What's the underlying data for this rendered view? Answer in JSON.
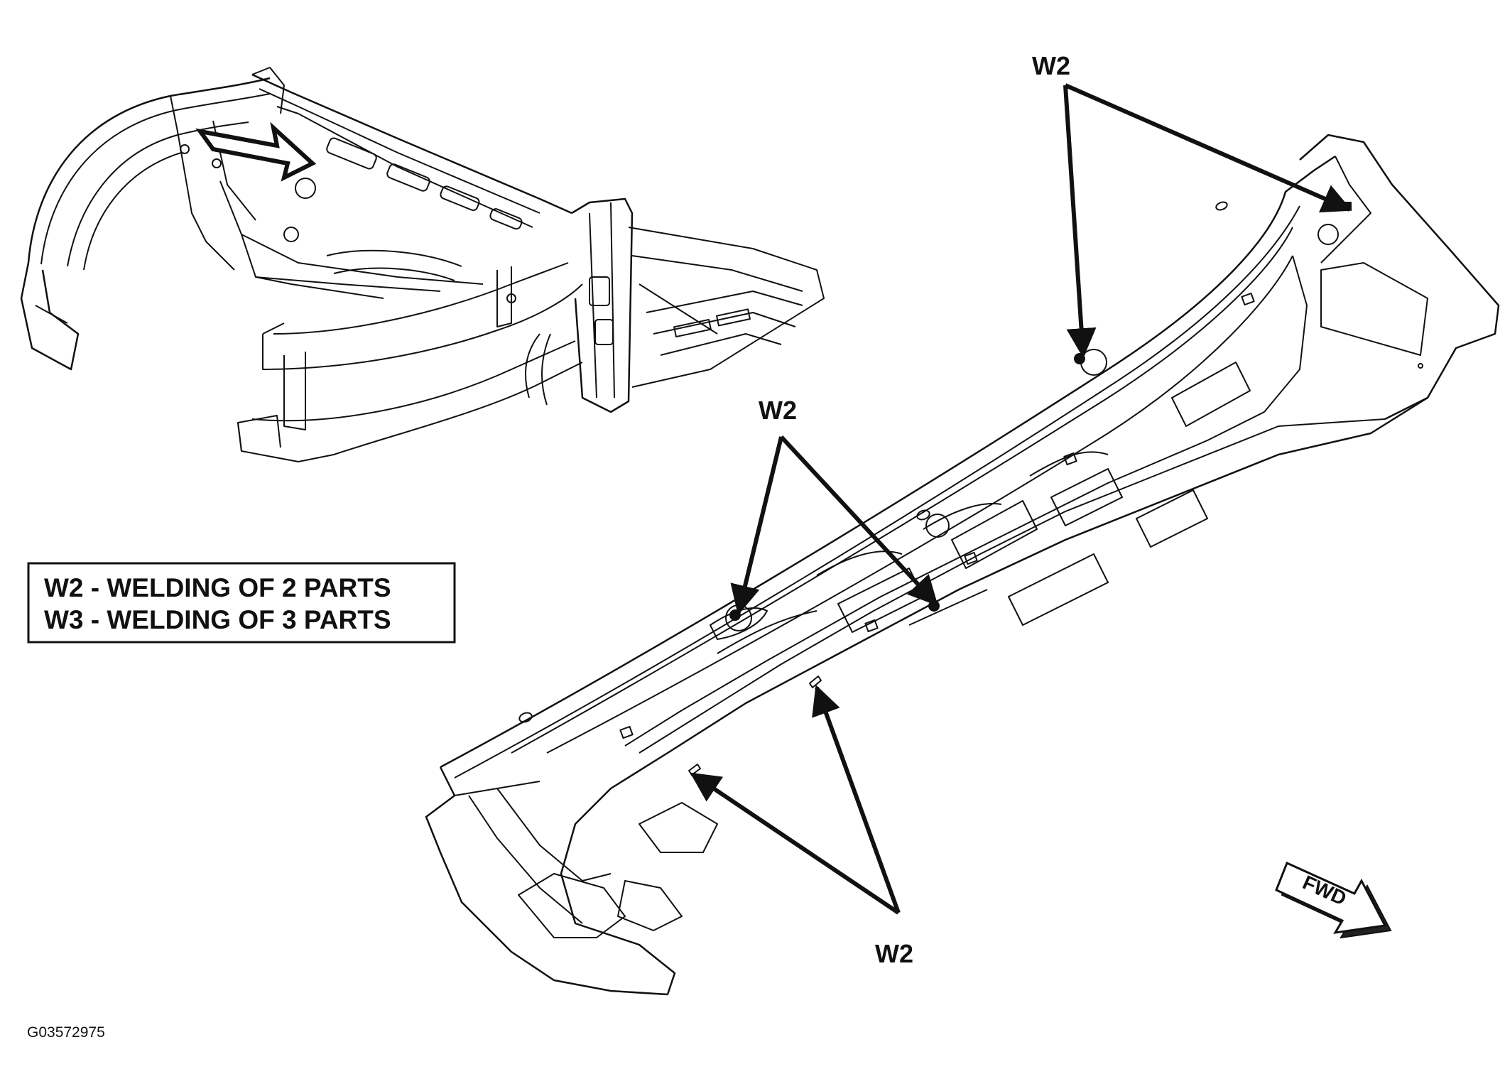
{
  "diagram": {
    "legend": {
      "line1": "W2 - WELDING OF 2 PARTS",
      "line2": "W3 - WELDING OF 3 PARTS"
    },
    "callouts": [
      {
        "label": "W2"
      },
      {
        "label": "W2"
      },
      {
        "label": "W2"
      }
    ],
    "direction_indicator": {
      "label": "FWD"
    },
    "figure_code": "G03572975",
    "colors": {
      "line": "#111111",
      "background": "#ffffff"
    }
  }
}
